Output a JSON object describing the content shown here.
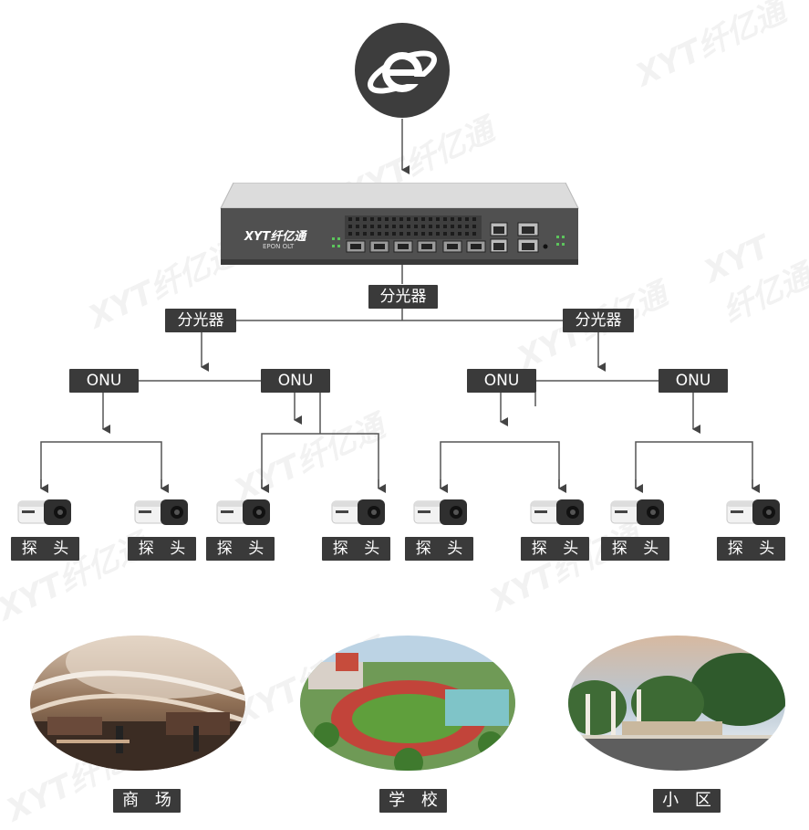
{
  "olt": {
    "brand": "XYT纤亿通",
    "model": "EPON OLT"
  },
  "splitters": {
    "main": "分光器",
    "left": "分光器",
    "right": "分光器"
  },
  "onus": [
    "ONU",
    "ONU",
    "ONU",
    "ONU"
  ],
  "cameras": [
    "探 头",
    "探 头",
    "探 头",
    "探 头",
    "探 头",
    "探 头",
    "探 头",
    "探 头"
  ],
  "places": [
    {
      "label": "商 场",
      "icon": "shopping-mall-photo"
    },
    {
      "label": "学 校",
      "icon": "school-playground-photo"
    },
    {
      "label": "小 区",
      "icon": "residential-community-photo"
    }
  ],
  "icons": {
    "internet": "ie-browser-icon",
    "camera": "bullet-camera-icon"
  },
  "colors": {
    "label_bg": "#3a3a3a",
    "line": "#555555",
    "label_text": "#ffffff"
  }
}
